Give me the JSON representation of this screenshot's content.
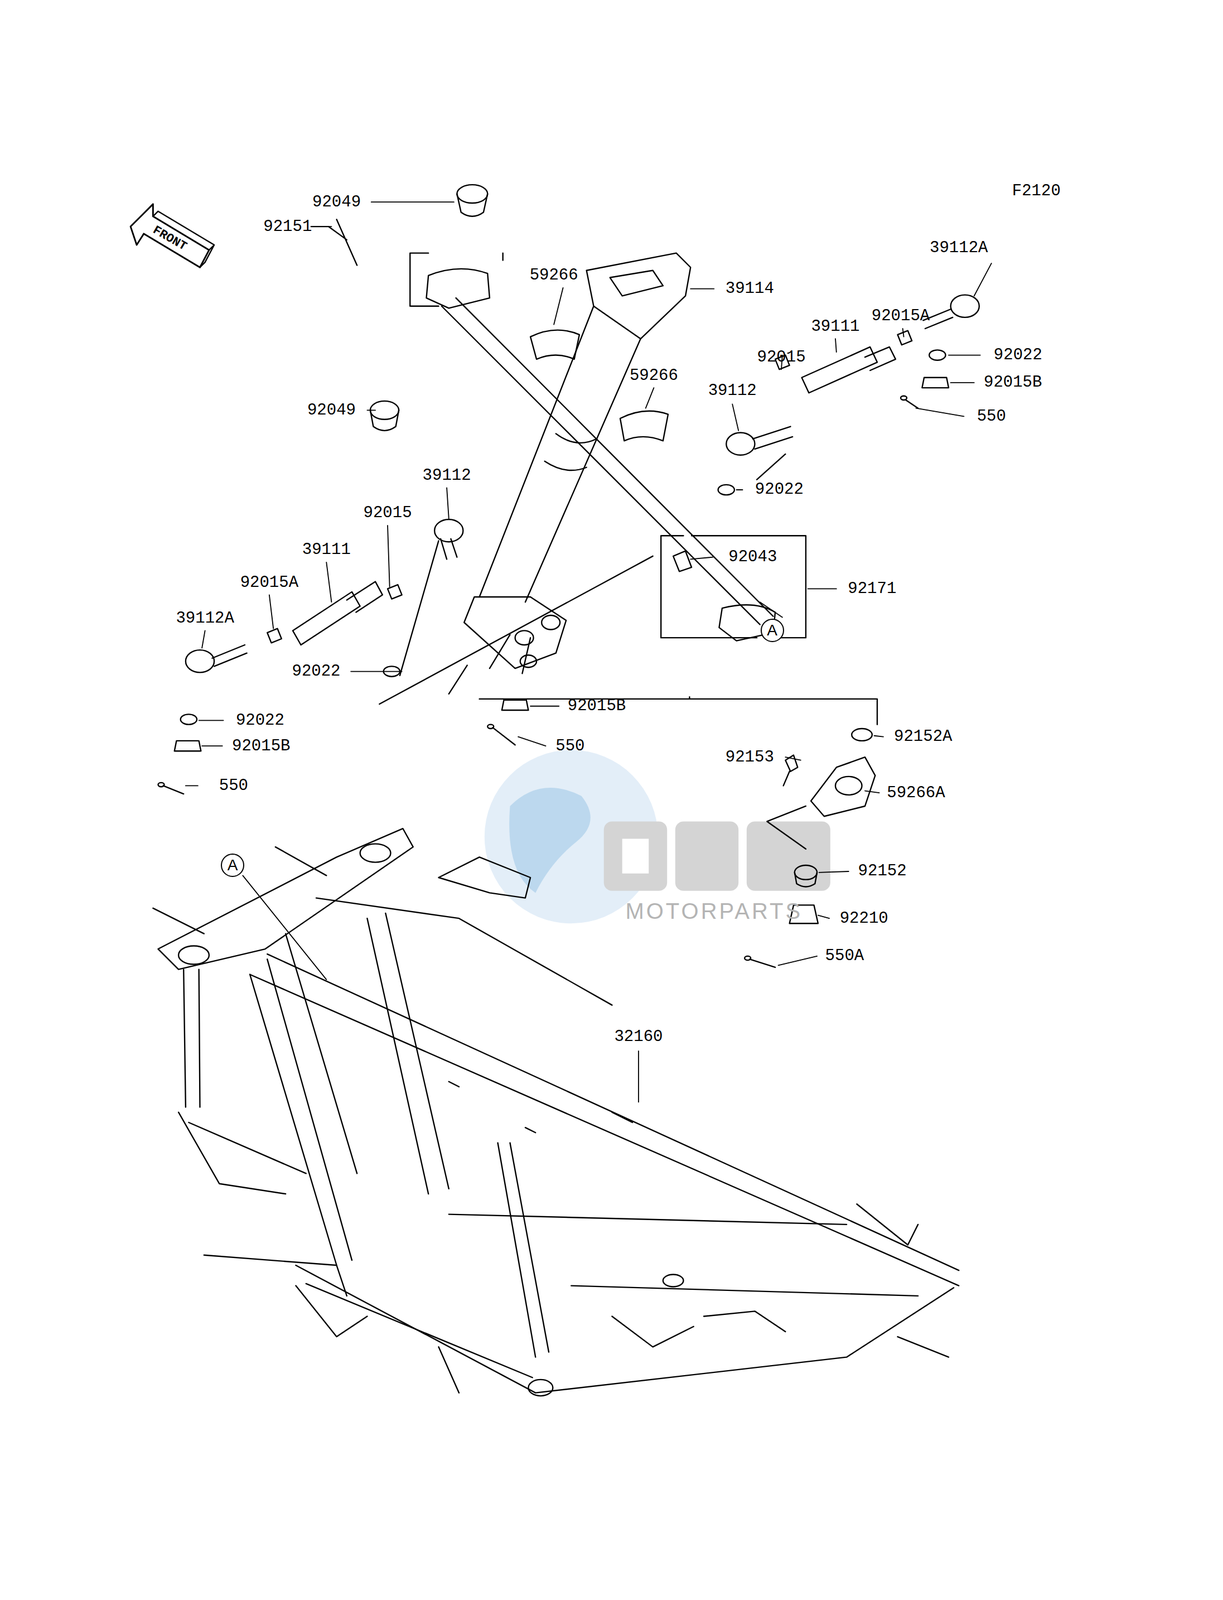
{
  "diagram": {
    "nodes": [
      {
        "text": [
          "A"
        ]
      },
      {
        "text": [
          "A"
        ]
      }
    ],
    "labels": [
      "F2120",
      "FRONT",
      "92049",
      "92151",
      "39112A",
      "59266",
      "39114",
      "92015A",
      "39111",
      "92015",
      "92022",
      "92015B",
      "59266",
      "39112",
      "92049",
      "550",
      "39112",
      "92022",
      "92015",
      "39111",
      "92043",
      "92171",
      "92015A",
      "39112A",
      "92022",
      "92015B",
      "92022",
      "92015B",
      "550",
      "92152A",
      "92153",
      "550",
      "59266A",
      "92152",
      "92210",
      "550A",
      "32160",
      "MOTORPARTS"
    ]
  }
}
